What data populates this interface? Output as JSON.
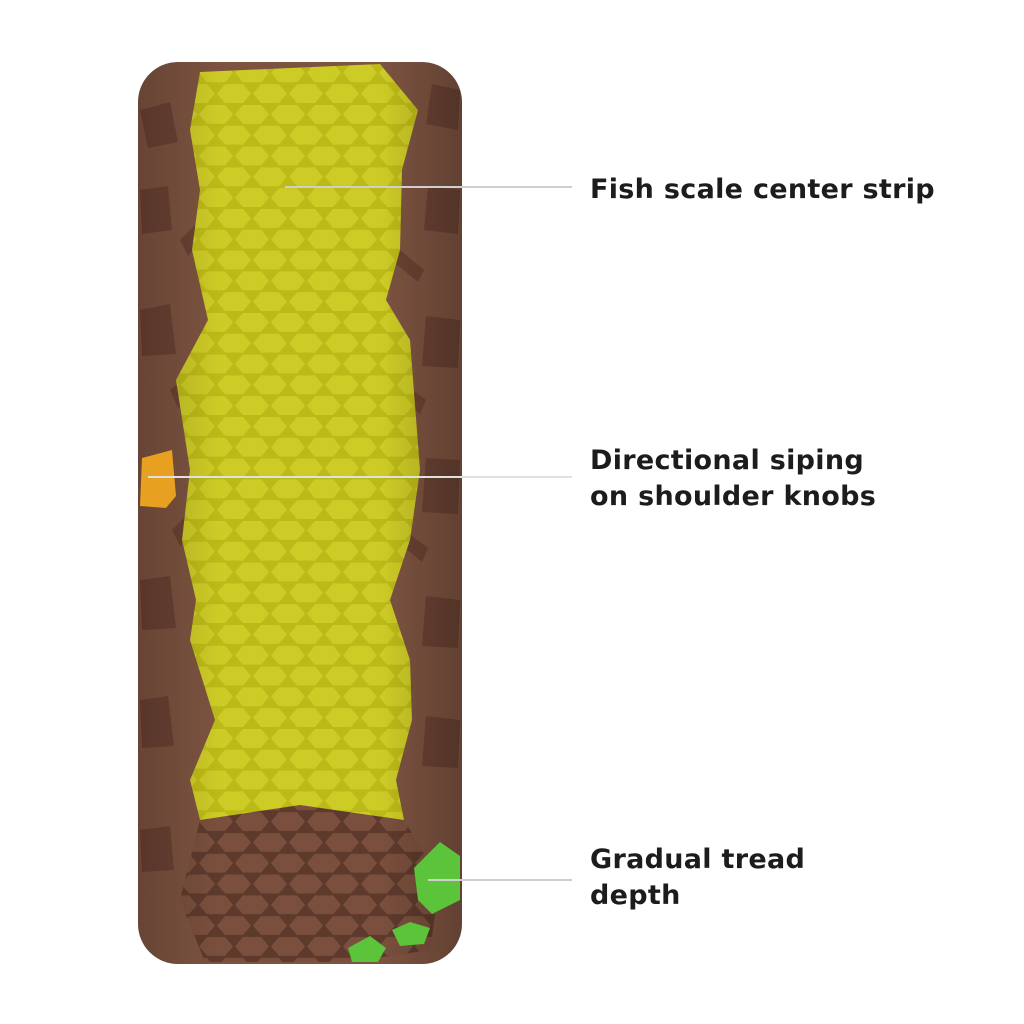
{
  "callouts": [
    {
      "lines": [
        "Fish scale center strip"
      ]
    },
    {
      "lines": [
        "Directional siping",
        "on shoulder knobs"
      ]
    },
    {
      "lines": [
        "Gradual tread",
        "depth"
      ]
    }
  ],
  "colors": {
    "tire_brown": "#7d5340",
    "center_strip": "#c4c21e",
    "shoulder_highlight": "#e8a020",
    "depth_highlight": "#5cc43a",
    "leader_line": "#cfcfcf"
  }
}
